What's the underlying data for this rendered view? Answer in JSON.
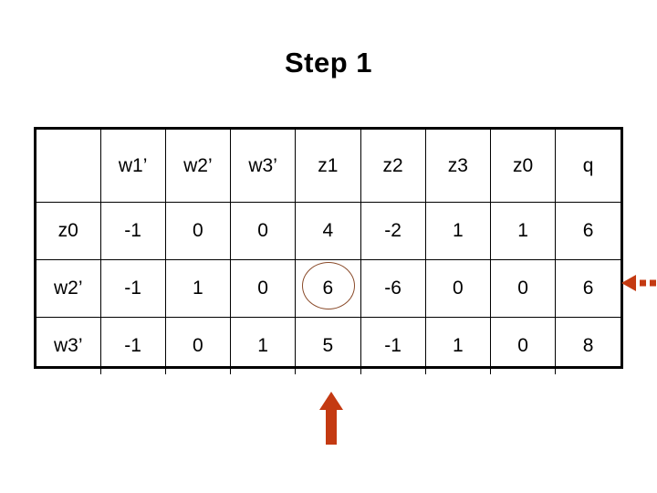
{
  "slide": {
    "title": "Step 1",
    "background_color": "#ffffff",
    "text_color": "#000000"
  },
  "table": {
    "border_color": "#000000",
    "columns": [
      "",
      "w1’",
      "w2’",
      "w3’",
      "z1",
      "z2",
      "z3",
      "z0",
      "q"
    ],
    "rows": [
      {
        "label": "z0",
        "values": [
          "-1",
          "0",
          "0",
          "4",
          "-2",
          "1",
          "1",
          "6"
        ]
      },
      {
        "label": "w2’",
        "values": [
          "-1",
          "1",
          "0",
          "6",
          "-6",
          "0",
          "0",
          "6"
        ]
      },
      {
        "label": "w3’",
        "values": [
          "-1",
          "0",
          "1",
          "5",
          "-1",
          "1",
          "0",
          "8"
        ]
      }
    ]
  },
  "annotations": {
    "pivot_circle": {
      "name": "pivot-circle",
      "row_label": "w2’",
      "column": "z1",
      "value": "6",
      "color": "#8a4b2a"
    },
    "row_arrow": {
      "name": "pivot-row-arrow",
      "direction": "left",
      "points_at_row": "w2’",
      "color": "#c43a12",
      "style": "dashed-tail"
    },
    "column_arrow": {
      "name": "pivot-column-arrow",
      "direction": "up",
      "points_at_column": "z1",
      "color": "#c43a12",
      "style": "solid"
    }
  }
}
